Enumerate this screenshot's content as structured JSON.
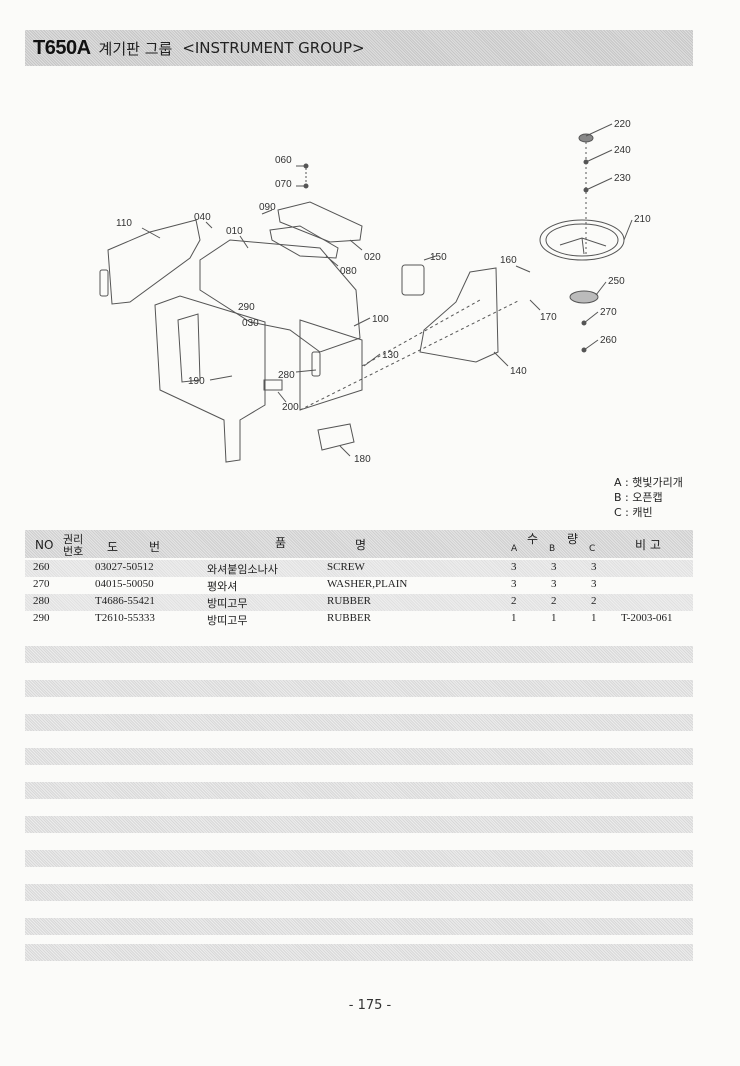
{
  "header": {
    "model": "T650A",
    "title_kr": "계기판 그룹",
    "title_en": "<INSTRUMENT GROUP>"
  },
  "diagram": {
    "callouts": [
      "220",
      "240",
      "230",
      "210",
      "250",
      "270",
      "260",
      "060",
      "070",
      "090",
      "110",
      "040",
      "010",
      "020",
      "080",
      "150",
      "160",
      "170",
      "290",
      "030",
      "100",
      "130",
      "140",
      "280",
      "190",
      "200",
      "180"
    ]
  },
  "legend": {
    "a": "A : 햇빛가리개",
    "b": "B : 오픈캡",
    "c": "C : 캐빈"
  },
  "table": {
    "headers": {
      "no": "NO",
      "kwon": "권리",
      "beonho": "번호",
      "do": "도",
      "beon": "번",
      "pum": "품",
      "myeong": "명",
      "su": "수",
      "ryang": "량",
      "a": "A",
      "b": "B",
      "c": "C",
      "bigo": "비 고"
    },
    "rows": [
      {
        "no": "260",
        "part": "03027-50512",
        "name_kr": "와셔붙임소나사",
        "name_en": "SCREW",
        "a": "3",
        "b": "3",
        "c": "3",
        "remark": ""
      },
      {
        "no": "270",
        "part": "04015-50050",
        "name_kr": "평와셔",
        "name_en": "WASHER,PLAIN",
        "a": "3",
        "b": "3",
        "c": "3",
        "remark": ""
      },
      {
        "no": "280",
        "part": "T4686-55421",
        "name_kr": "방띠고무",
        "name_en": "RUBBER",
        "a": "2",
        "b": "2",
        "c": "2",
        "remark": ""
      },
      {
        "no": "290",
        "part": "T2610-55333",
        "name_kr": "방띠고무",
        "name_en": "RUBBER",
        "a": "1",
        "b": "1",
        "c": "1",
        "remark": "T-2003-061"
      }
    ]
  },
  "page_number": "- 175 -"
}
